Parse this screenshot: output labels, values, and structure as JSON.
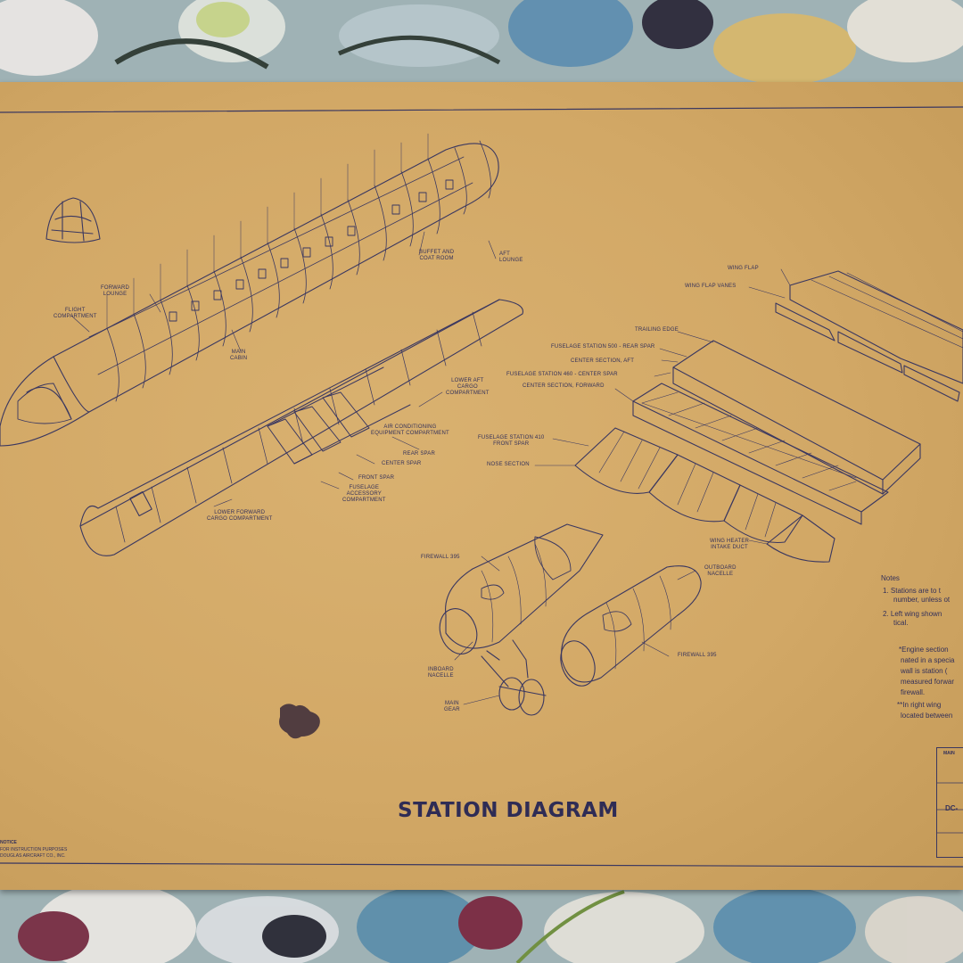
{
  "title": "STATION DIAGRAM",
  "labels": {
    "flight_compartment": "FLIGHT\nCOMPARTMENT",
    "forward_lounge": "FORWARD\nLOUNGE",
    "main_cabin": "MAIN\nCABIN",
    "buffet_coat_room": "BUFFET AND\nCOAT ROOM",
    "aft_lounge": "AFT\nLOUNGE",
    "lower_aft_cargo": "LOWER AFT\nCARGO\nCOMPARTMENT",
    "air_conditioning": "AIR CONDITIONING\nEQUIPMENT COMPARTMENT",
    "rear_spar_fuselage": "REAR SPAR",
    "center_spar_fuselage": "CENTER SPAR",
    "front_spar_fuselage": "FRONT SPAR",
    "accessory_compartment": "FUSELAGE\nACCESSORY\nCOMPARTMENT",
    "lower_forward_cargo": "LOWER FORWARD\nCARGO COMPARTMENT",
    "wing_flap": "WING FLAP",
    "wing_flap_vanes": "WING FLAP VANES",
    "trailing_edge": "TRAILING EDGE",
    "fs_rear_spar": "FUSELAGE STATION 500 - REAR SPAR",
    "center_section_aft": "CENTER SECTION, AFT",
    "fs_center_spar": "FUSELAGE STATION 460 - CENTER SPAR",
    "center_section_forward": "CENTER SECTION, FORWARD",
    "fs_front_spar": "FUSELAGE STATION 410\nFRONT SPAR",
    "nose_section": "NOSE SECTION",
    "wing_heater_duct": "WING HEATER\nINTAKE DUCT",
    "outboard_nacelle": "OUTBOARD\nNACELLE",
    "firewall_left": "FIREWALL 395",
    "firewall_right": "FIREWALL 395",
    "inboard_nacelle": "INBOARD\nNACELLE",
    "main_gear": "MAIN\nGEAR"
  },
  "notes": {
    "heading": "Notes",
    "n1_a": "1. Stations are to t",
    "n1_b": "number, unless ot",
    "n2_a": "2. Left wing shown",
    "n2_b": "tical.",
    "n3_a": "*Engine section",
    "n3_b": "nated in a specia",
    "n3_c": "wall is station (",
    "n3_d": "measured forwar",
    "n3_e": "firewall.",
    "n4_a": "**In right wing",
    "n4_b": "located between"
  },
  "footer": {
    "left_1": "NOTICE",
    "left_2": "FOR INSTRUCTION PURPOSES",
    "left_3": "DOUGLAS AIRCRAFT CO., INC.",
    "right_1": "MAIN",
    "right_2": "DC-"
  }
}
